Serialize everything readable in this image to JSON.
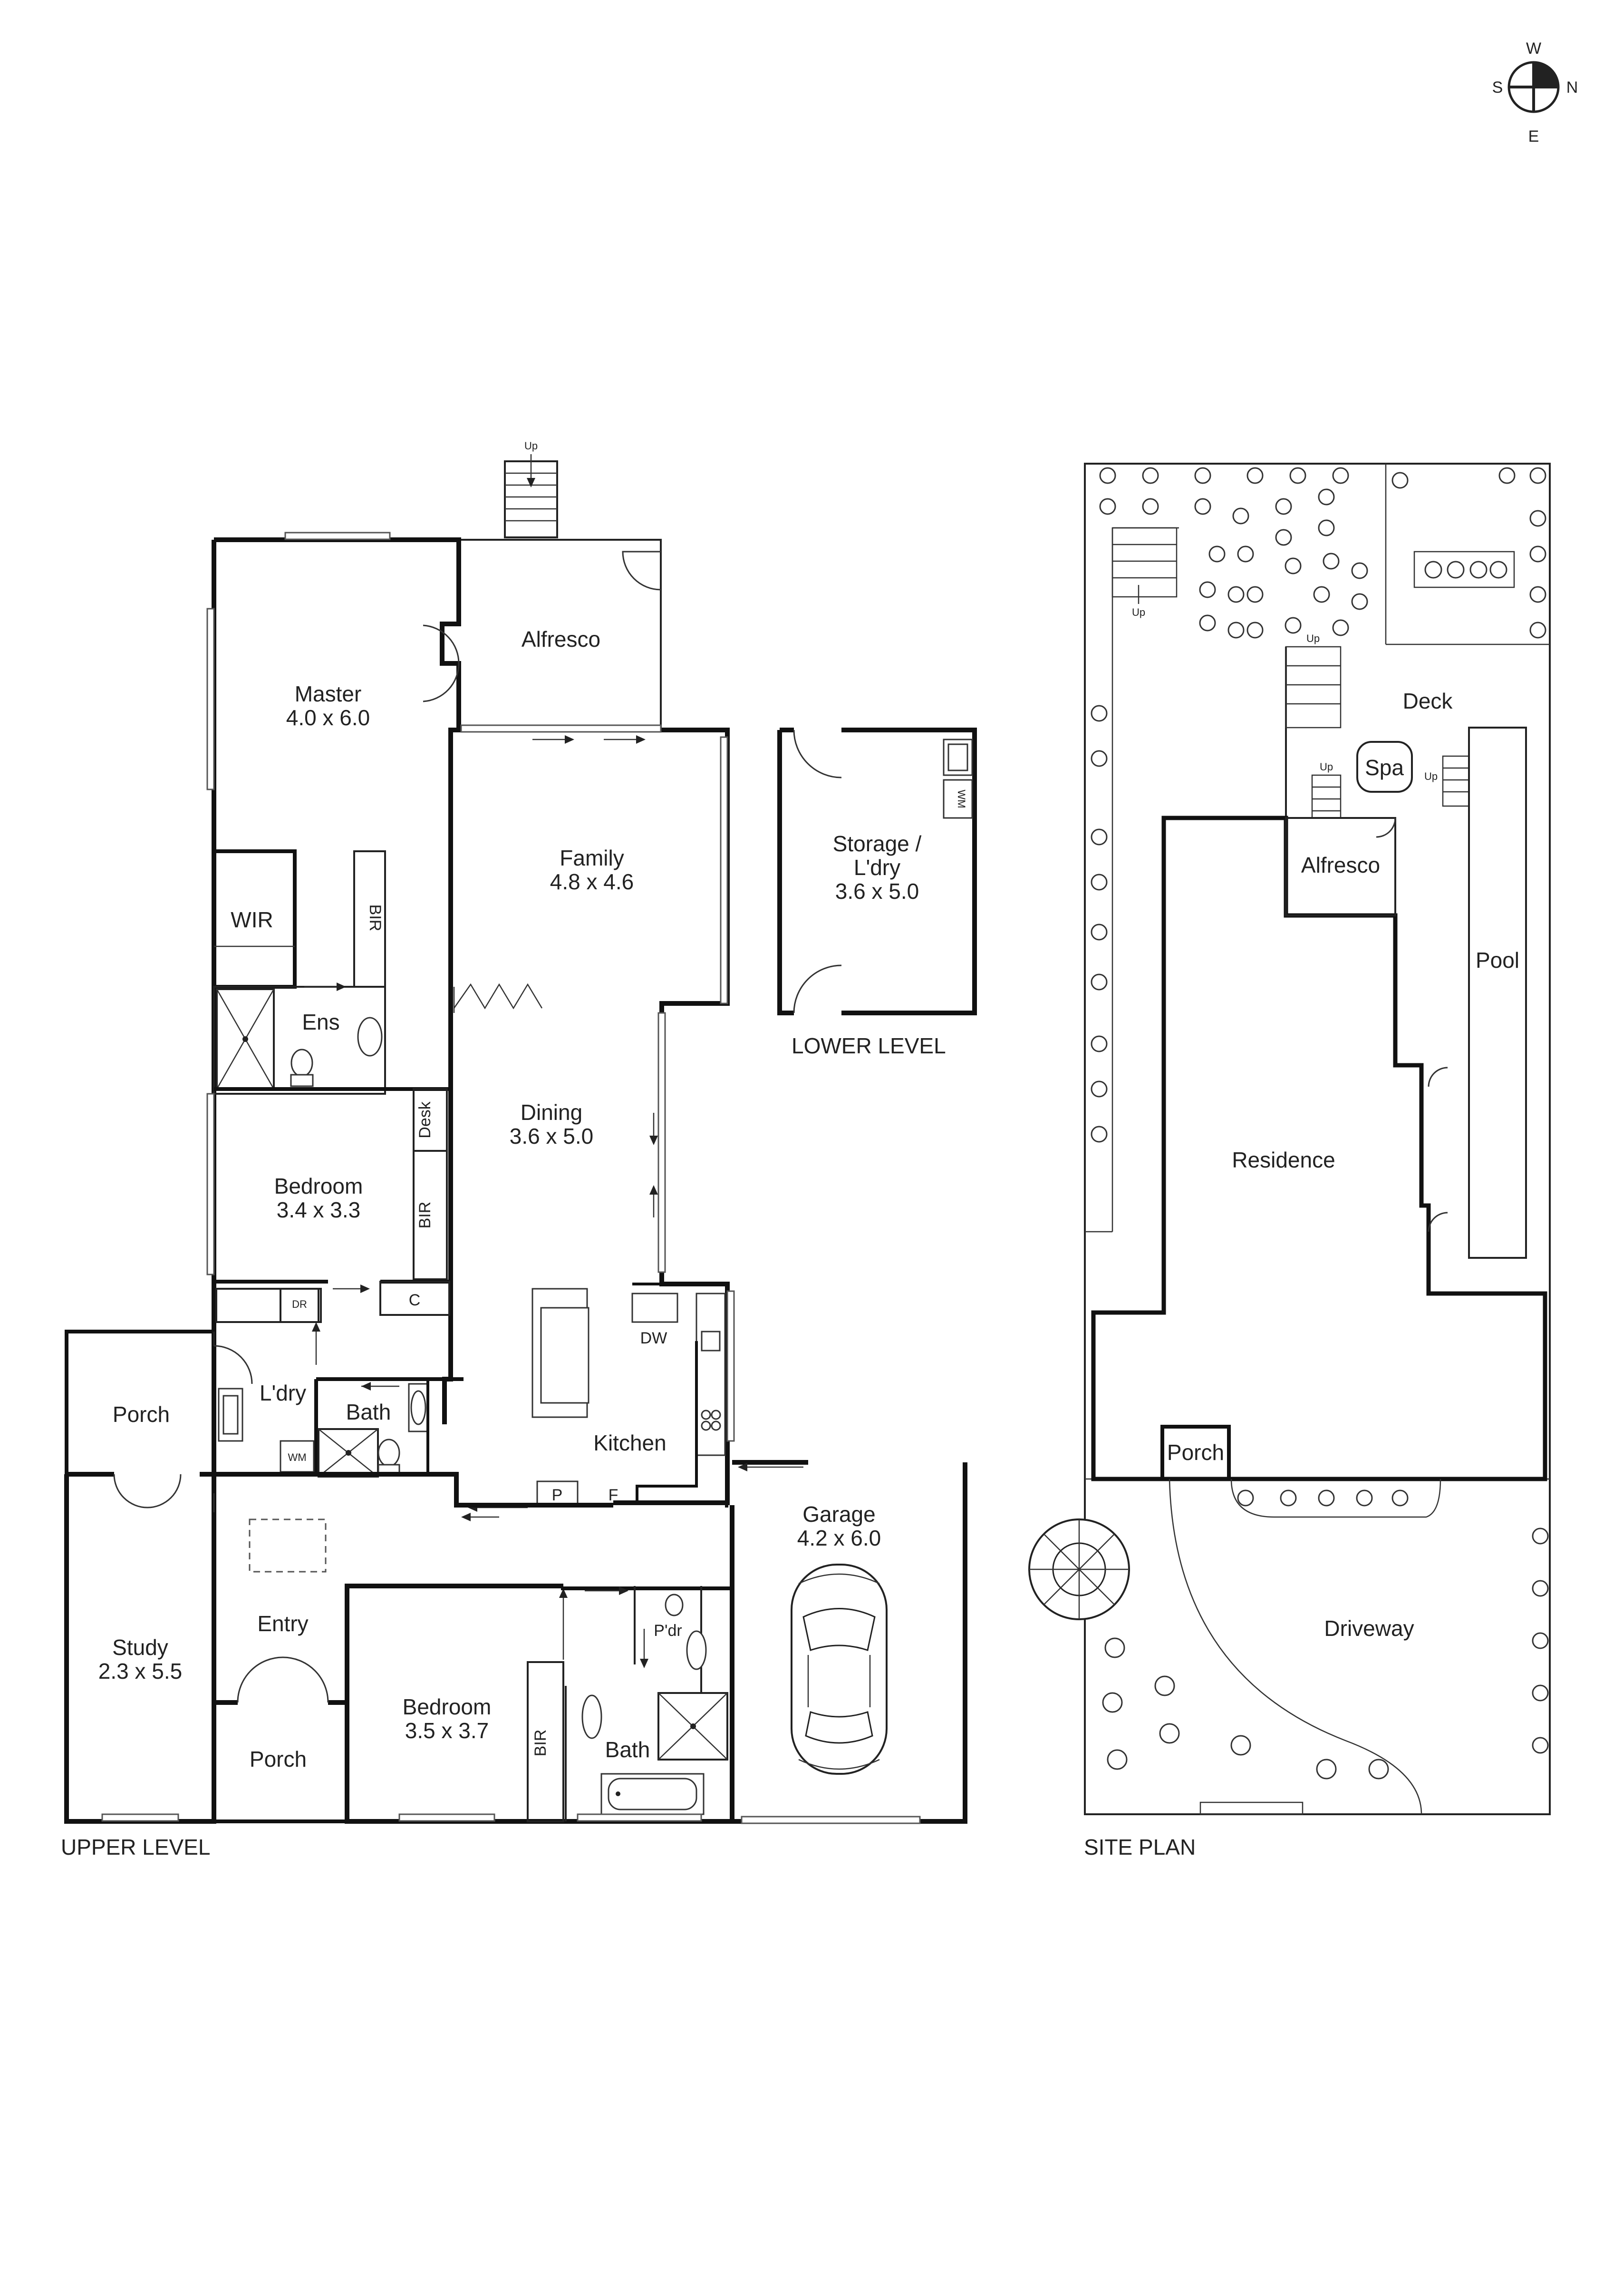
{
  "compass": {
    "north": "N",
    "south": "S",
    "east": "E",
    "west": "W"
  },
  "levels": {
    "upper": "UPPER LEVEL",
    "lower": "LOWER LEVEL",
    "site": "SITE PLAN"
  },
  "upper_rooms": {
    "alfresco": {
      "name": "Alfresco"
    },
    "master": {
      "name": "Master",
      "size": "4.0 x 6.0"
    },
    "family": {
      "name": "Family",
      "size": "4.8 x 4.6"
    },
    "wir": {
      "name": "WIR"
    },
    "bir_master": {
      "name": "BIR"
    },
    "ens": {
      "name": "Ens"
    },
    "desk": {
      "name": "Desk"
    },
    "dining": {
      "name": "Dining",
      "size": "3.6 x 5.0"
    },
    "bedroom_1": {
      "name": "Bedroom",
      "size": "3.4 x 3.3"
    },
    "bir_bed1": {
      "name": "BIR"
    },
    "dr": {
      "name": "DR"
    },
    "c": {
      "name": "C"
    },
    "dw": {
      "name": "DW"
    },
    "porch_west": {
      "name": "Porch"
    },
    "laundry": {
      "name": "L'dry"
    },
    "bath_1": {
      "name": "Bath"
    },
    "wm": {
      "name": "WM"
    },
    "kitchen": {
      "name": "Kitchen"
    },
    "pantry": {
      "name": "P"
    },
    "fridge": {
      "name": "F"
    },
    "garage": {
      "name": "Garage",
      "size": "4.2 x 6.0"
    },
    "entry": {
      "name": "Entry"
    },
    "powder": {
      "name": "P'dr"
    },
    "study": {
      "name": "Study",
      "size": "2.3 x 5.5"
    },
    "bedroom_2": {
      "name": "Bedroom",
      "size": "3.5 x 3.7"
    },
    "bir_bed2": {
      "name": "BIR"
    },
    "bath_2": {
      "name": "Bath"
    },
    "porch_entry": {
      "name": "Porch"
    },
    "stair_up": {
      "name": "Up"
    }
  },
  "lower_rooms": {
    "storage": {
      "name": "Storage /",
      "name2": "L'dry",
      "size": "3.6 x 5.0"
    },
    "wm": {
      "name": "WM"
    }
  },
  "site_labels": {
    "deck": "Deck",
    "spa": "Spa",
    "alfresco": "Alfresco",
    "pool": "Pool",
    "residence": "Residence",
    "porch": "Porch",
    "driveway": "Driveway",
    "up": "Up"
  }
}
